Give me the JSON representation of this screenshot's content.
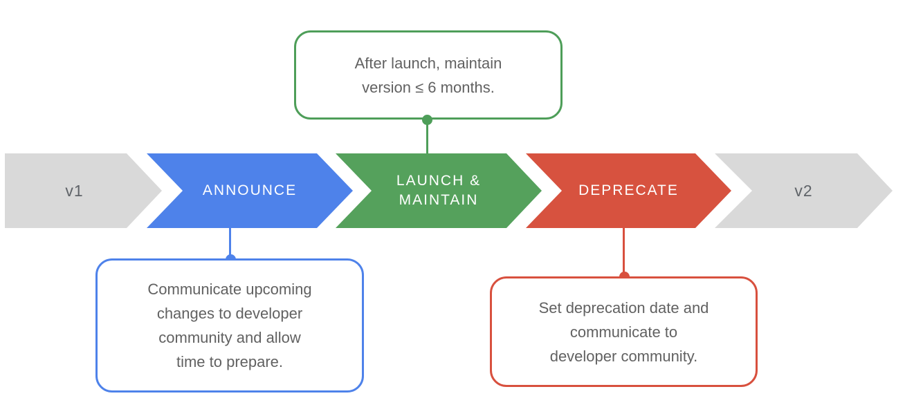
{
  "colors": {
    "blue": "#4E82EA",
    "green": "#55A15C",
    "red": "#D7523F",
    "gray": "#D9D9D9",
    "stage_label_text": "#FFFFFF",
    "endcap_text": "#5F6368",
    "callout_text": "#616161"
  },
  "stages": [
    {
      "name": "v1",
      "label": "v1"
    },
    {
      "name": "announce",
      "label": "ANNOUNCE"
    },
    {
      "name": "launch-maintain",
      "label": "LAUNCH & MAINTAIN",
      "lines": [
        "LAUNCH &",
        "MAINTAIN"
      ]
    },
    {
      "name": "deprecate",
      "label": "DEPRECATE"
    },
    {
      "name": "v2",
      "label": "v2"
    }
  ],
  "callouts": {
    "launch_note": {
      "text": "After launch, maintain version ≤ 6 months.",
      "lines": [
        "After launch, maintain",
        "version ≤ 6 months."
      ]
    },
    "announce_note": {
      "text": "Communicate upcoming changes to developer community and allow time to prepare.",
      "lines": [
        "Communicate upcoming",
        "changes to developer",
        "community and allow",
        "time to prepare."
      ]
    },
    "deprecate_note": {
      "text": "Set deprecation date and communicate to developer community.",
      "lines": [
        "Set deprecation date and",
        "communicate to",
        "developer community."
      ]
    }
  }
}
